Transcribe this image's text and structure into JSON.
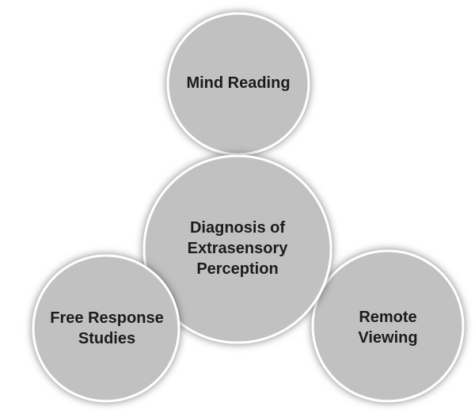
{
  "diagram": {
    "type": "venn-radial",
    "nodes": [
      {
        "id": "mind-reading",
        "label": "Mind Reading"
      },
      {
        "id": "diagnosis",
        "label": "Diagnosis of\nExtrasensory\nPerception"
      },
      {
        "id": "free-response",
        "label": "Free Response\nStudies"
      },
      {
        "id": "remote-viewing",
        "label": "Remote\nViewing"
      }
    ],
    "colors": {
      "background": "#ffffff",
      "circle_fill": "#c1c1c1",
      "circle_border": "#ffffff",
      "overlap_shadow": "#8e8e8e",
      "text": "#1c1c1c"
    }
  }
}
